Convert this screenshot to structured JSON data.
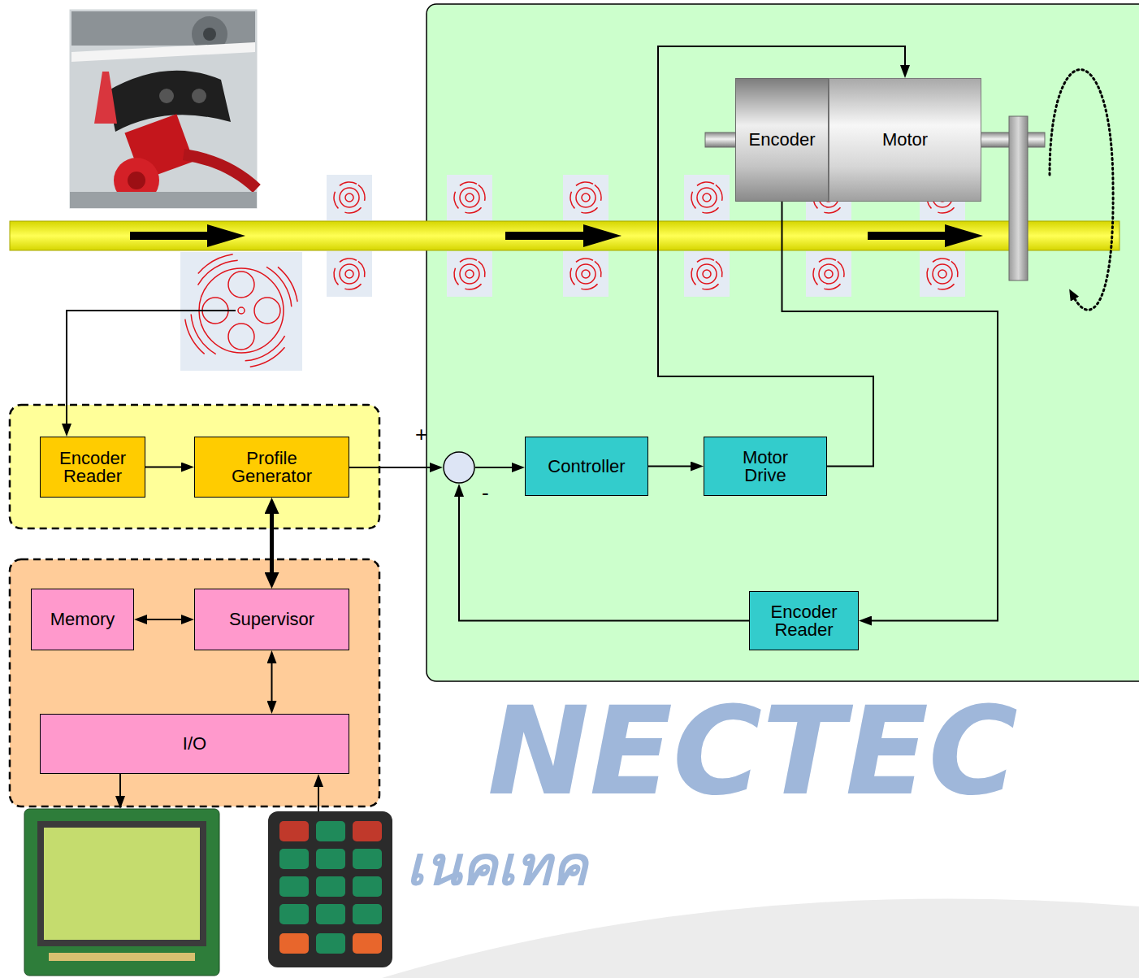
{
  "diagram": {
    "nodes": [
      {
        "text": [
          "Encoder"
        ]
      },
      {
        "text": [
          "Motor"
        ]
      },
      {
        "text": [
          "Encoder Reader"
        ]
      },
      {
        "text": [
          "Profile Generator"
        ]
      },
      {
        "text": [
          "+",
          "-"
        ]
      },
      {
        "text": [
          "Controller"
        ]
      },
      {
        "text": [
          "Motor Drive"
        ]
      },
      {
        "text": [
          "Memory"
        ]
      },
      {
        "text": [
          "Supervisor"
        ]
      },
      {
        "text": [
          "Encoder Reader"
        ]
      },
      {
        "text": [
          "I/O"
        ]
      }
    ],
    "edges": [
      {
        "from": 2,
        "to": 3,
        "arrow": "to"
      },
      {
        "from": 3,
        "to": 4,
        "arrow": "to"
      },
      {
        "from": 4,
        "to": 5,
        "arrow": "to"
      },
      {
        "from": 5,
        "to": 6,
        "arrow": "to"
      },
      {
        "from": 6,
        "to": 1,
        "arrow": "to"
      },
      {
        "from": 0,
        "to": 9,
        "arrow": "to"
      },
      {
        "from": 9,
        "to": 4,
        "arrow": "to"
      },
      {
        "from": 3,
        "to": 8,
        "arrow": "both"
      },
      {
        "from": 7,
        "to": 8,
        "arrow": "both"
      },
      {
        "from": 8,
        "to": 10,
        "arrow": "both"
      }
    ],
    "labels": [
      "NECTEC",
      "เนคเทค"
    ]
  }
}
